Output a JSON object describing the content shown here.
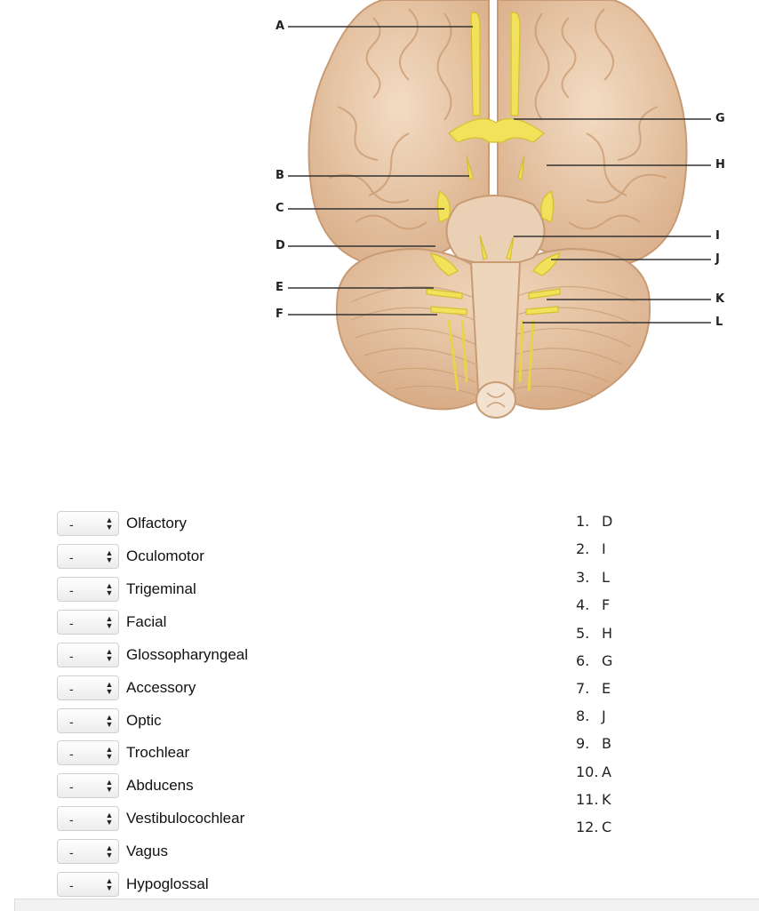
{
  "figure": {
    "callouts_left": [
      "A",
      "B",
      "C",
      "D",
      "E",
      "F"
    ],
    "callouts_right": [
      "G",
      "H",
      "I",
      "J",
      "K",
      "L"
    ],
    "colors": {
      "brain": "#eccfb0",
      "brain_dark": "#d9b08c",
      "nerve": "#f2e15a",
      "nerve_dark": "#d4bf2c",
      "line": "#333333"
    }
  },
  "question": {
    "items": [
      {
        "selected": "-",
        "label": "Olfactory"
      },
      {
        "selected": "-",
        "label": "Oculomotor"
      },
      {
        "selected": "-",
        "label": "Trigeminal"
      },
      {
        "selected": "-",
        "label": "Facial"
      },
      {
        "selected": "-",
        "label": "Glossopharyngeal"
      },
      {
        "selected": "-",
        "label": "Accessory"
      },
      {
        "selected": "-",
        "label": "Optic"
      },
      {
        "selected": "-",
        "label": "Trochlear"
      },
      {
        "selected": "-",
        "label": "Abducens"
      },
      {
        "selected": "-",
        "label": "Vestibulocochlear"
      },
      {
        "selected": "-",
        "label": "Vagus"
      },
      {
        "selected": "-",
        "label": "Hypoglossal"
      }
    ],
    "answers": [
      {
        "num": "1.",
        "letter": "D"
      },
      {
        "num": "2.",
        "letter": "I"
      },
      {
        "num": "3.",
        "letter": "L"
      },
      {
        "num": "4.",
        "letter": "F"
      },
      {
        "num": "5.",
        "letter": "H"
      },
      {
        "num": "6.",
        "letter": "G"
      },
      {
        "num": "7.",
        "letter": "E"
      },
      {
        "num": "8.",
        "letter": "J"
      },
      {
        "num": "9.",
        "letter": "B"
      },
      {
        "num": "10.",
        "letter": "A"
      },
      {
        "num": "11.",
        "letter": "K"
      },
      {
        "num": "12.",
        "letter": "C"
      }
    ]
  }
}
